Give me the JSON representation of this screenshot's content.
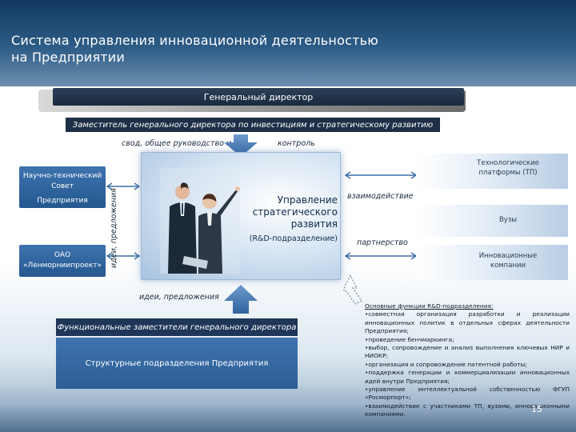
{
  "title_lines": [
    "Система управления инновационной деятельностью",
    "на Предприятии"
  ],
  "general_director": "Генеральный директор",
  "deputy_director": "Заместитель генерального директора по инвестициям и стратегическому развитию",
  "labels": {
    "svod": "свод, общее руководство и",
    "control": "контроль",
    "ideas_vertical": "идеи, предложения",
    "ideas_bottom": "идеи, предложения",
    "interaction": "взаимодействие",
    "partnership": "партнерство"
  },
  "left_cards": {
    "ntc_lines": [
      "Научно-технический",
      "Совет",
      "Предприятия"
    ],
    "oao_lines": [
      "ОАО",
      "«Ленморниипроект»"
    ]
  },
  "center": {
    "title_lines": [
      "Управление",
      "стратегического",
      "развития"
    ],
    "subtitle": "(R&D-подразделение)"
  },
  "right_cards": {
    "tp_lines": [
      "Технологические",
      "платформы (ТП)"
    ],
    "vuzy": "Вузы",
    "innov_lines": [
      "Инновационные",
      "компании"
    ]
  },
  "functional_deputies": "Функциональные заместители генерального директора",
  "structural_units": "Структурные подразделения Предприятия",
  "notes": {
    "heading": "Основные функции R&D-подразделения:",
    "items": [
      "•совместная организация разработки и реализации инновационных политик в отдельных сферах деятельности Предприятия;",
      "•проведение бенчмаркинга;",
      "•выбор, сопровождение и анализ выполнения ключевых НИР и НИОКР;",
      "•организация и сопровождение патентной работы;",
      "•поддержка генерации и коммерциализации инновационных идей внутри Предприятия;",
      "•управление интеллектуальной собственностью ФГУП «Росморпорт»;",
      "•взаимодействие с участниками ТП, вузами, инновационными компаниями."
    ]
  },
  "page_number": "15",
  "colors": {
    "header": "#1f4a73",
    "dark_bar": "#1e2f47",
    "blue_card": "#2e639c",
    "arrow": "#3b6ea6"
  },
  "icons": [
    "photo-business-people",
    "arrow-down",
    "arrow-up",
    "double-arrow-horizontal",
    "dashed-outline-arrow"
  ]
}
